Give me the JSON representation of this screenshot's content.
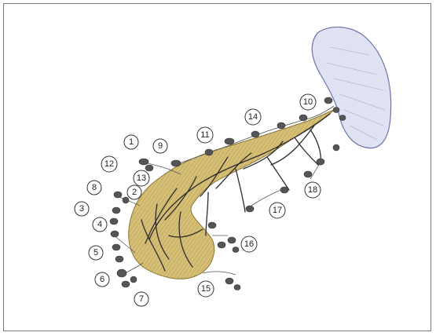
{
  "colors": {
    "pancreas_fill": "#c8ab4a",
    "pancreas_hatch": "#9c8133",
    "vessel": "#2b2b2b",
    "lymph_node": "#555555",
    "spleen_fill": "#dfe2f3",
    "spleen_stroke": "#6d73a8",
    "frame": "#7a7a7a"
  },
  "labels": [
    {
      "id": "n1",
      "text": "1"
    },
    {
      "id": "n2",
      "text": "2"
    },
    {
      "id": "n3",
      "text": "3"
    },
    {
      "id": "n4",
      "text": "4"
    },
    {
      "id": "n5",
      "text": "5"
    },
    {
      "id": "n6",
      "text": "6"
    },
    {
      "id": "n7",
      "text": "7"
    },
    {
      "id": "n8",
      "text": "8"
    },
    {
      "id": "n9",
      "text": "9"
    },
    {
      "id": "n10",
      "text": "10"
    },
    {
      "id": "n11",
      "text": "11"
    },
    {
      "id": "n12",
      "text": "12"
    },
    {
      "id": "n13",
      "text": "13"
    },
    {
      "id": "n14",
      "text": "14"
    },
    {
      "id": "n15",
      "text": "15"
    },
    {
      "id": "n16",
      "text": "16"
    },
    {
      "id": "n17",
      "text": "17"
    },
    {
      "id": "n18",
      "text": "18"
    }
  ]
}
